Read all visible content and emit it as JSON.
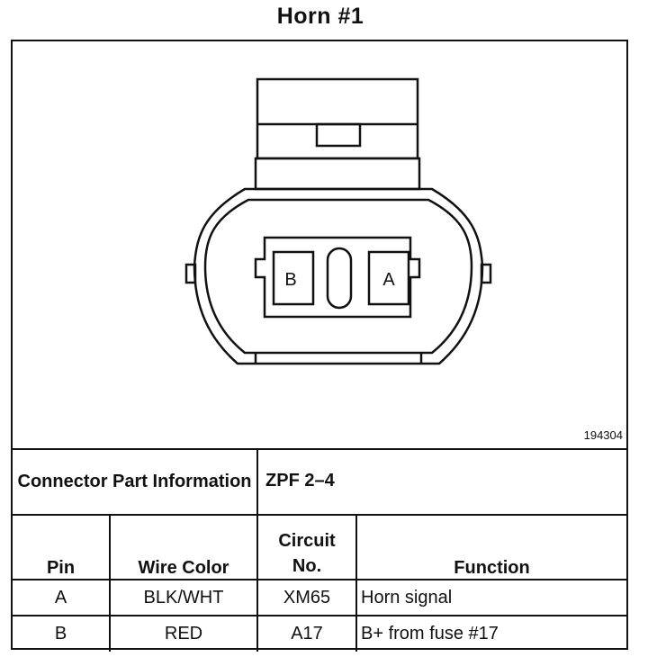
{
  "title": "Horn #1",
  "figure_number": "194304",
  "connector": {
    "pin_labels": [
      "B",
      "A"
    ]
  },
  "connector_part_info": {
    "label": "Connector Part Information",
    "value": "ZPF 2–4"
  },
  "table": {
    "headers": [
      "Pin",
      "Wire Color",
      "Circuit No.",
      "Function"
    ],
    "rows": [
      {
        "pin": "A",
        "wire_color": "BLK/WHT",
        "circuit": "XM65",
        "function": "Horn signal"
      },
      {
        "pin": "B",
        "wire_color": "RED",
        "circuit": "A17",
        "function": "B+ from fuse #17"
      }
    ]
  }
}
